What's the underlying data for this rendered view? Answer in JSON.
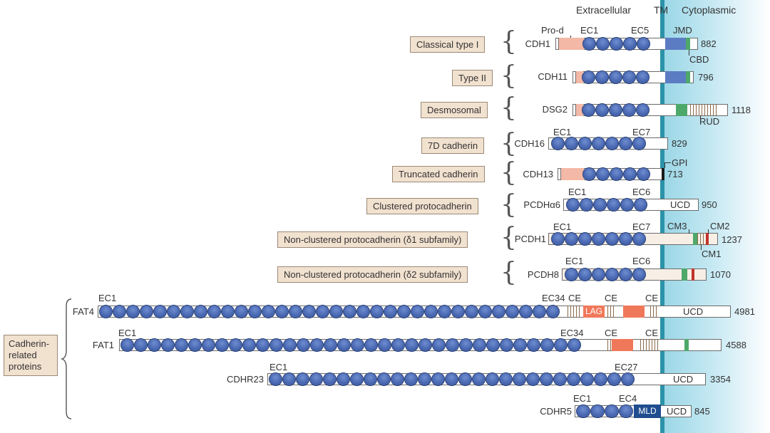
{
  "header": {
    "extracellular": "Extracellular",
    "tm": "TM",
    "cytoplasmic": "Cytoplasmic"
  },
  "families": [
    "Classical type I",
    "Type II",
    "Desmosomal",
    "7D cadherin",
    "Truncated cadherin",
    "Clustered protocadherin",
    "Non-clustered protocadherin (δ1 subfamily)",
    "Non-clustered protocadherin (δ2 subfamily)"
  ],
  "cadherin_related": "Cadherin-related proteins",
  "proteins": [
    {
      "name": "CDH1",
      "length": "882"
    },
    {
      "name": "CDH11",
      "length": "796"
    },
    {
      "name": "DSG2",
      "length": "1118"
    },
    {
      "name": "CDH16",
      "length": "829"
    },
    {
      "name": "CDH13",
      "length": "713"
    },
    {
      "name": "PCDHα6",
      "length": "950"
    },
    {
      "name": "PCDH1",
      "length": "1237"
    },
    {
      "name": "PCDH8",
      "length": "1070"
    },
    {
      "name": "FAT4",
      "length": "4981"
    },
    {
      "name": "FAT1",
      "length": "4588"
    },
    {
      "name": "CDHR23",
      "length": "3354"
    },
    {
      "name": "CDHR5",
      "length": "845"
    }
  ],
  "domains": {
    "prod": "Pro-d",
    "ec1": "EC1",
    "ec5": "EC5",
    "ec6": "EC6",
    "ec7": "EC7",
    "ec4": "EC4",
    "ec27": "EC27",
    "ec34": "EC34",
    "jmd": "JMD",
    "cbd": "CBD",
    "rud": "RUD",
    "gpi": "GPI",
    "ucd": "UCD",
    "cm1": "CM1",
    "cm2": "CM2",
    "cm3": "CM3",
    "ce": "CE",
    "lag": "LAG",
    "mld": "MLD"
  },
  "colors": {
    "ec_domain": "#4a69b3",
    "prodomain": "#f4b8a6",
    "cbd": "#4ea86a",
    "conserved_red": "#c0342b",
    "lag": "#f0785a",
    "mld": "#1f4d8f",
    "membrane": "#2b93a8",
    "label_bg": "#f1e1cf"
  }
}
